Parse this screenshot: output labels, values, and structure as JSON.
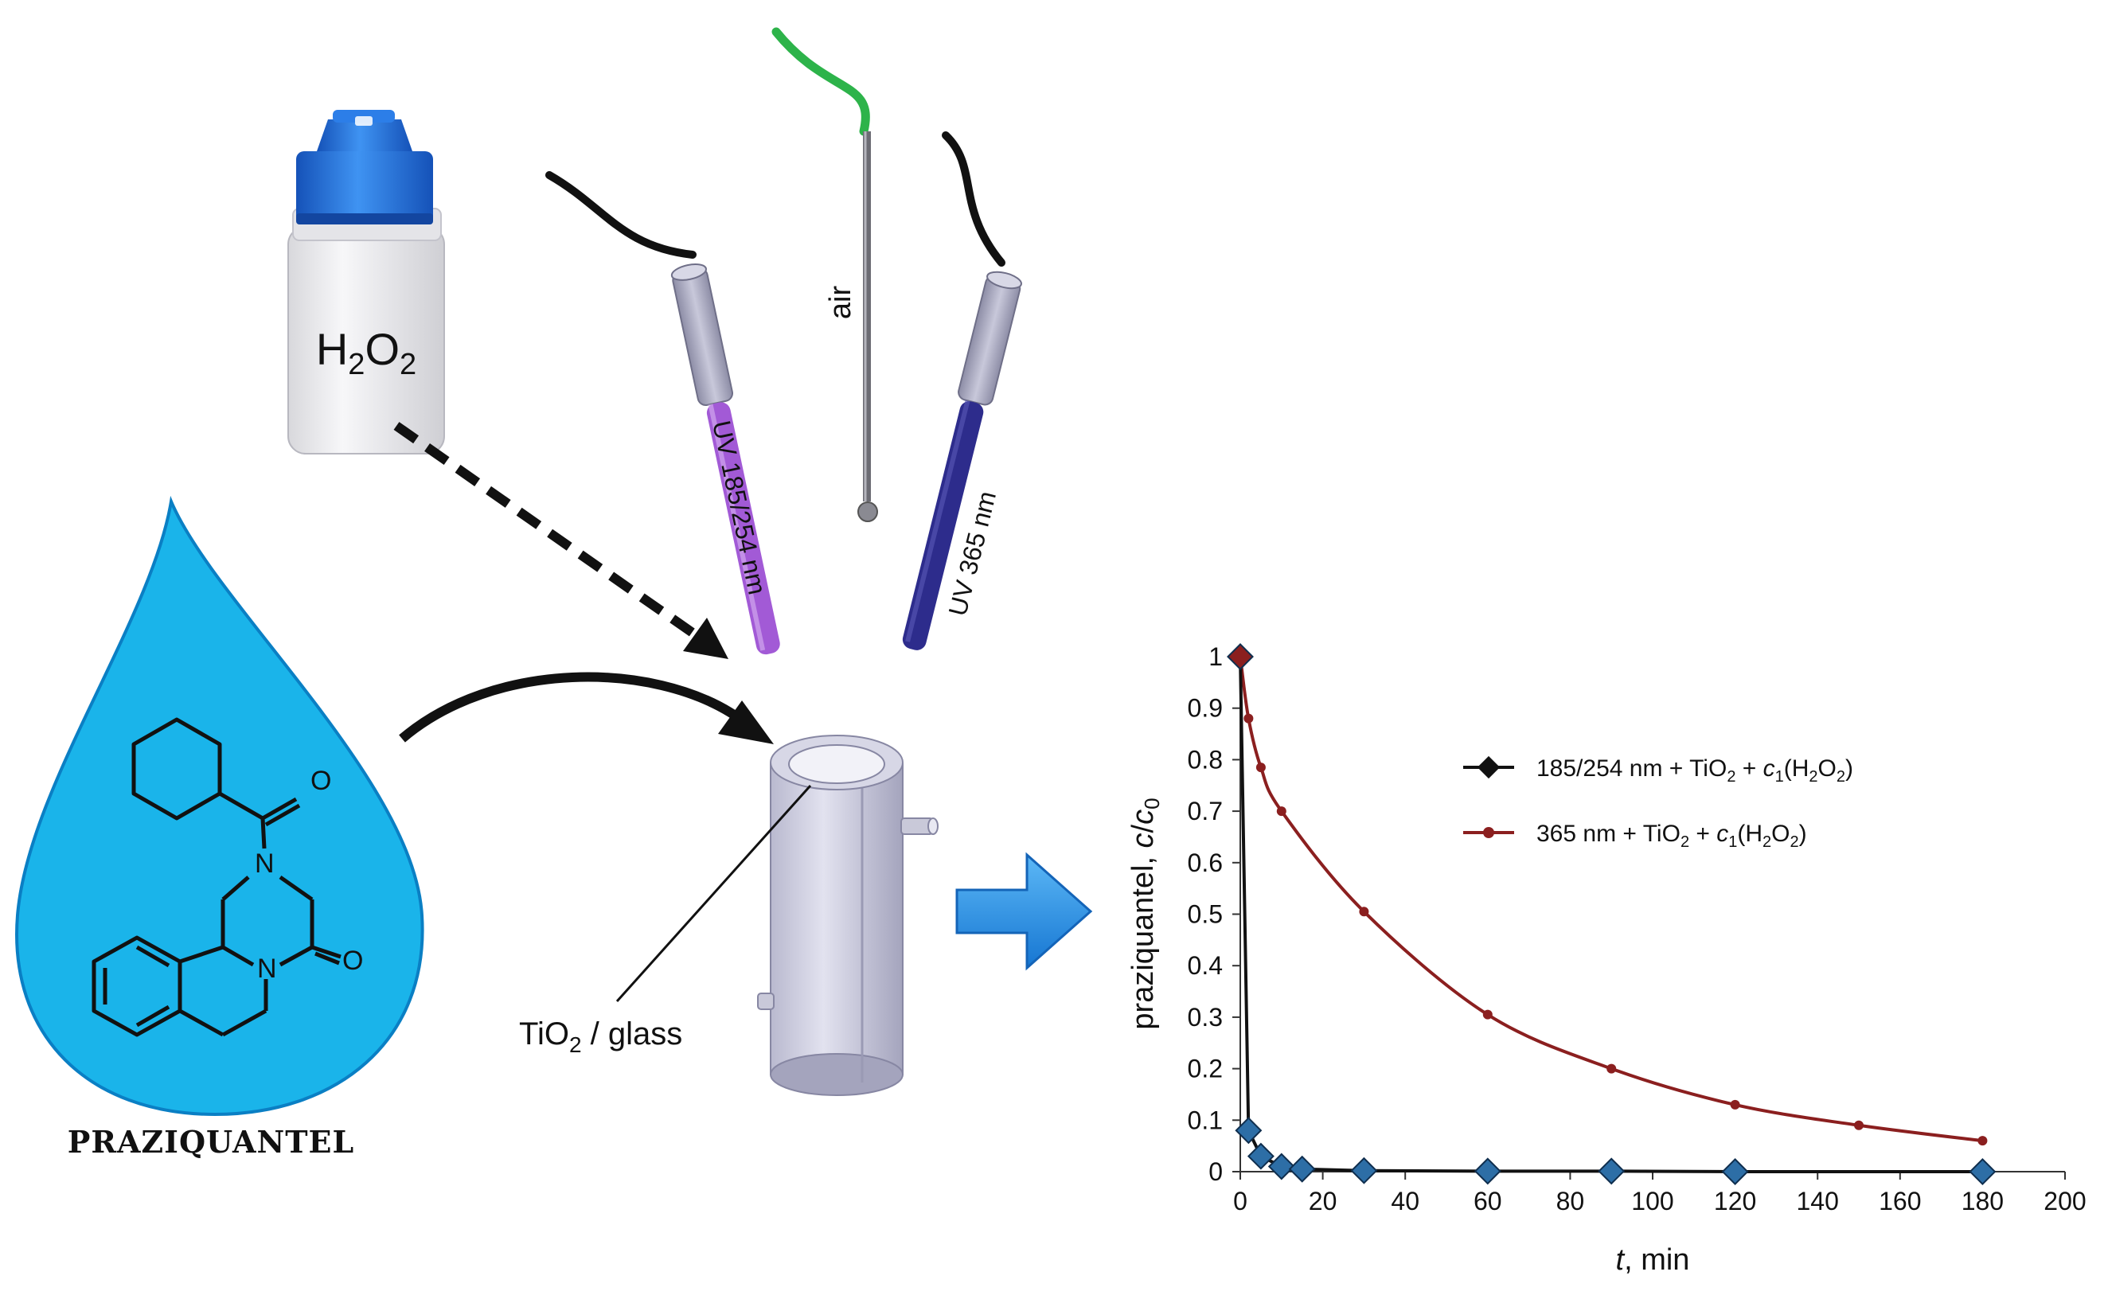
{
  "colors": {
    "drop_fill": "#1ab4ea",
    "drop_stroke": "#0a7fc4",
    "cap": "#1f6fd6",
    "lamp_254": "#a25ad6",
    "lamp_365": "#2d2c8c",
    "air_hose": "#2db34a",
    "big_arrow": "#2a97ea",
    "series_black": "#111111",
    "series_red": "#8b1f1f",
    "marker_blue": "#2d6ea6"
  },
  "labels": {
    "h2o2": {
      "pre": "H",
      "s1": "2",
      "mid": "O",
      "s2": "2"
    },
    "air": "air",
    "uv254": "UV 185/254 nm",
    "uv365": "UV 365 nm",
    "tio2": {
      "pre": "TiO",
      "s": "2",
      "post": " / glass"
    },
    "praziquantel": "PRAZIQUANTEL",
    "atom_o1": "O",
    "atom_n1": "N",
    "atom_n2": "N",
    "atom_o2": "O"
  },
  "icons": [
    "reagent-bottle-icon",
    "water-drop-icon",
    "uv-lamp-icon",
    "air-tube-icon",
    "reactor-vessel-icon",
    "right-arrow-icon"
  ],
  "chart_data": {
    "type": "line",
    "xlabel": {
      "italic": "t",
      "rest": ", min"
    },
    "ylabel": {
      "pre": "praziquantel, ",
      "c": "c",
      "slash": "/",
      "c0": "c",
      "sub0": "0"
    },
    "xlim": [
      0,
      200
    ],
    "ylim": [
      0,
      1
    ],
    "xticks": [
      "0",
      "20",
      "40",
      "60",
      "80",
      "100",
      "120",
      "140",
      "160",
      "180",
      "200"
    ],
    "yticks": [
      "0",
      "0.1",
      "0.2",
      "0.3",
      "0.4",
      "0.5",
      "0.6",
      "0.7",
      "0.8",
      "0.9",
      "1"
    ],
    "grid": false,
    "legend_position": "right",
    "series": [
      {
        "name": "185/254 nm + TiO2 + c1(H2O2)",
        "legend": {
          "a": "185/254  nm + TiO",
          "b": "2",
          "c": " + ",
          "d": "c",
          "e": "1",
          "f": "(H",
          "g": "2",
          "h": "O",
          "i": "2",
          "j": ")"
        },
        "marker": "diamond",
        "x": [
          0,
          2,
          5,
          10,
          15,
          30,
          60,
          90,
          120,
          180
        ],
        "y": [
          1.0,
          0.08,
          0.03,
          0.01,
          0.005,
          0.002,
          0.001,
          0.001,
          0.0,
          0.0
        ]
      },
      {
        "name": "365 nm + TiO2 + c1(H2O2)",
        "legend": {
          "a": "365  nm + TiO",
          "b": "2",
          "c": " + ",
          "d": "c",
          "e": "1",
          "f": "(H",
          "g": "2",
          "h": "O",
          "i": "2",
          "j": ")"
        },
        "marker": "circle",
        "x": [
          0,
          2,
          5,
          10,
          30,
          60,
          90,
          120,
          150,
          180
        ],
        "y": [
          1.0,
          0.88,
          0.785,
          0.7,
          0.505,
          0.305,
          0.2,
          0.13,
          0.09,
          0.06
        ]
      }
    ]
  }
}
